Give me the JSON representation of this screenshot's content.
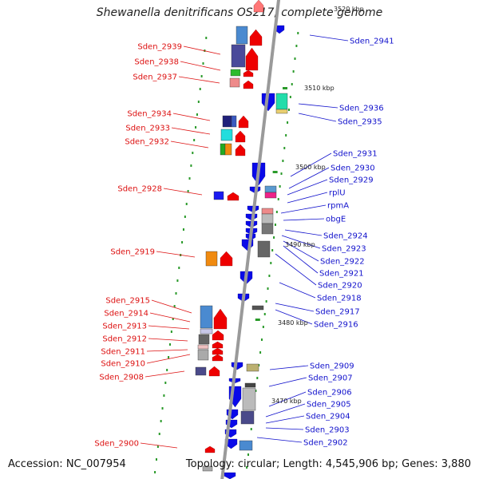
{
  "title": "Shewanella denitrificans OS217, complete genome",
  "footer": {
    "accession": "Accession: NC_007954",
    "summary": "Topology: circular; Length: 4,545,906 bp; Genes: 3,880"
  },
  "colors": {
    "left_label": "#dd1111",
    "right_label": "#1111cc",
    "backbone": "#9a9a9a",
    "tick": "#2a9a2a"
  },
  "kbp_marks": [
    "3520 kbp",
    "3510 kbp",
    "3500 kbp",
    "3490 kbp",
    "3480 kbp",
    "3470 kbp"
  ],
  "left_labels": [
    "Sden_2939",
    "Sden_2938",
    "Sden_2937",
    "Sden_2934",
    "Sden_2933",
    "Sden_2932",
    "Sden_2928",
    "Sden_2919",
    "Sden_2915",
    "Sden_2914",
    "Sden_2913",
    "Sden_2912",
    "Sden_2911",
    "Sden_2910",
    "Sden_2908",
    "Sden_2900"
  ],
  "right_labels": [
    "Sden_2941",
    "Sden_2936",
    "Sden_2935",
    "Sden_2931",
    "Sden_2930",
    "Sden_2929",
    "rplU",
    "rpmA",
    "obgE",
    "Sden_2924",
    "Sden_2923",
    "Sden_2922",
    "Sden_2921",
    "Sden_2920",
    "Sden_2918",
    "Sden_2917",
    "Sden_2916",
    "Sden_2909",
    "Sden_2907",
    "Sden_2906",
    "Sden_2905",
    "Sden_2904",
    "Sden_2903",
    "Sden_2902"
  ]
}
